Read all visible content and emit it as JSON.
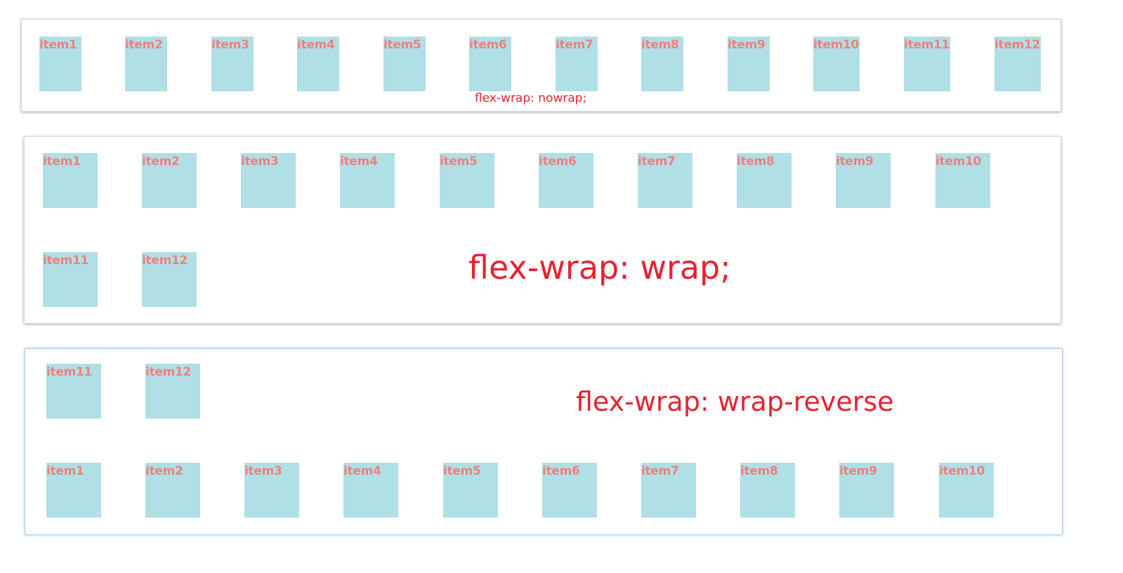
{
  "panels": [
    {
      "caption": "flex-wrap: nowrap;",
      "items": [
        "item1",
        "item2",
        "item3",
        "item4",
        "item5",
        "item6",
        "item7",
        "item8",
        "item9",
        "item10",
        "item11",
        "item12"
      ]
    },
    {
      "caption": "flex-wrap: wrap;",
      "items": [
        "item1",
        "item2",
        "item3",
        "item4",
        "item5",
        "item6",
        "item7",
        "item8",
        "item9",
        "item10",
        "item11",
        "item12"
      ]
    },
    {
      "caption": "flex-wrap: wrap-reverse",
      "items": [
        "item1",
        "item2",
        "item3",
        "item4",
        "item5",
        "item6",
        "item7",
        "item8",
        "item9",
        "item10",
        "item11",
        "item12"
      ]
    }
  ],
  "colors": {
    "item_background": "#b0dfe5",
    "item_label": "#f08080",
    "caption": "#e8212f",
    "panel_border_blue": "#a9cdf5"
  }
}
